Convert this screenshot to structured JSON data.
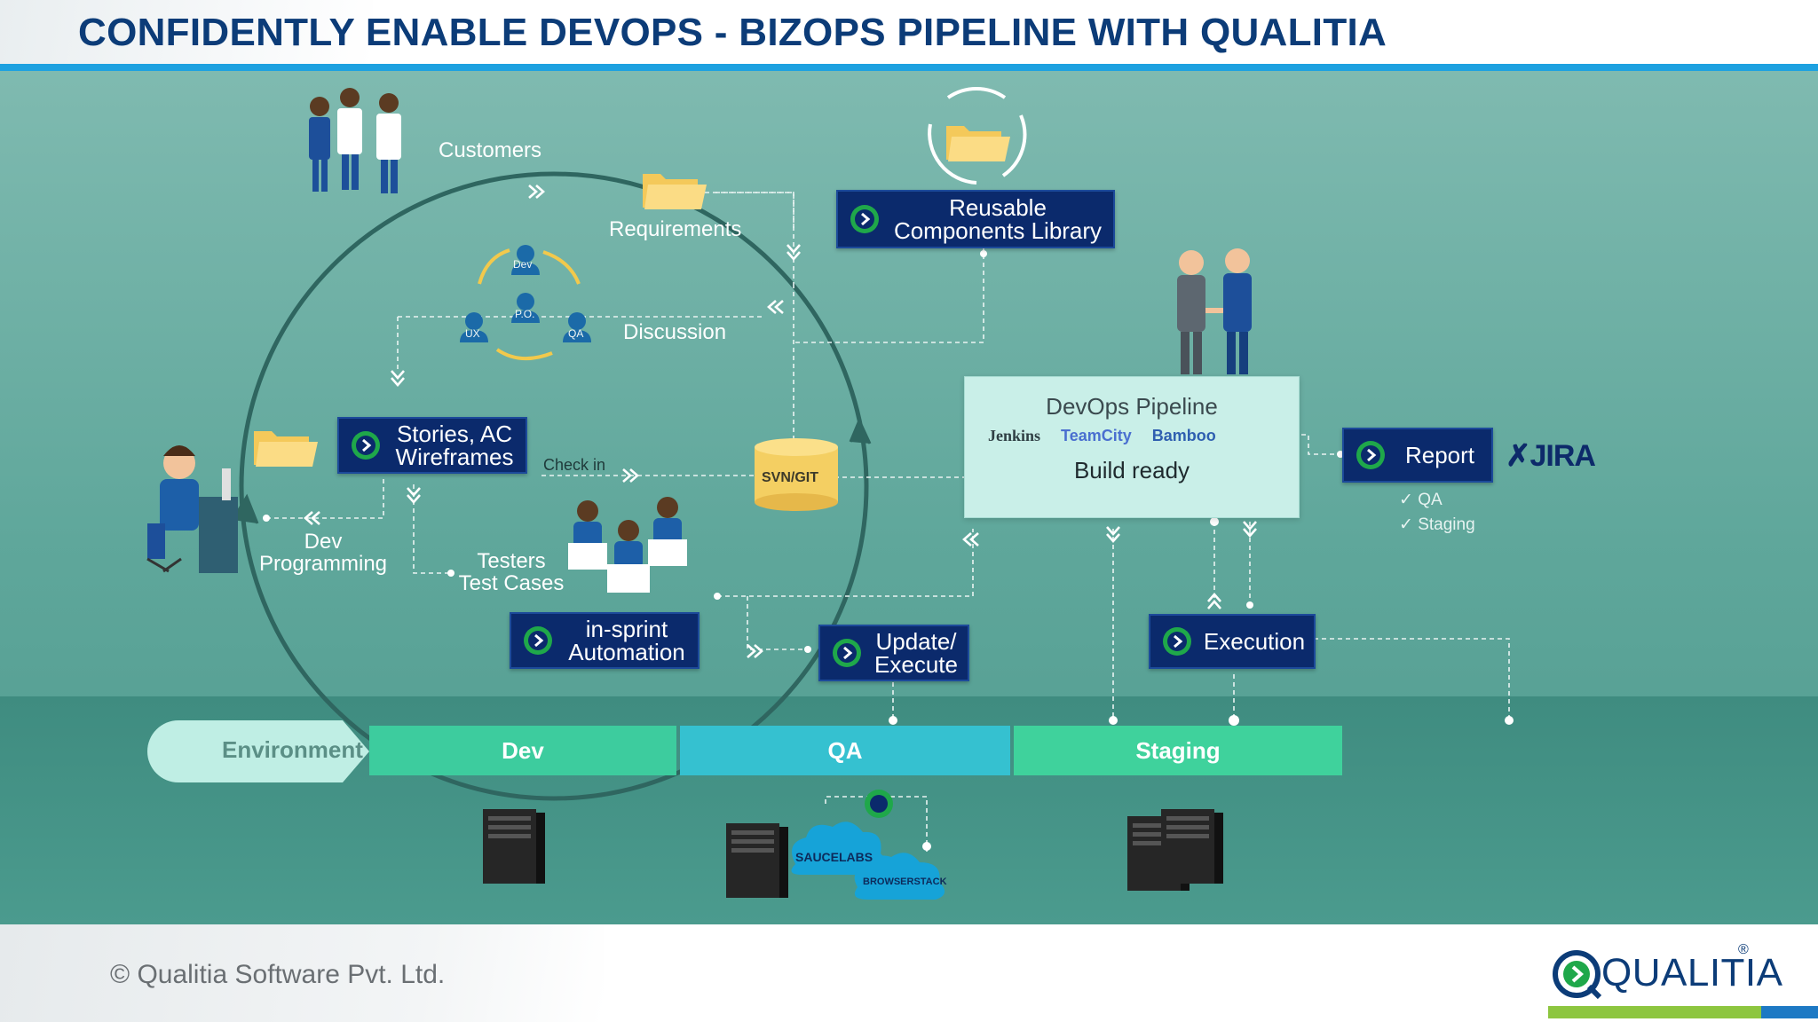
{
  "header": {
    "title": "CONFIDENTLY ENABLE DEVOPS - BIZOPS PIPELINE WITH QUALITIA"
  },
  "diagram": {
    "labels": {
      "customers": "Customers",
      "requirements": "Requirements",
      "discussion": "Discussion",
      "check_in": "Check in",
      "dev_programming": [
        "Dev",
        "Programming"
      ],
      "testers_test_cases": [
        "Testers",
        "Test Cases"
      ]
    },
    "team_roles": [
      "Dev",
      "P.O.",
      "UX",
      "QA"
    ],
    "boxes": {
      "reusable": [
        "Reusable",
        "Components Library"
      ],
      "stories": [
        "Stories, AC",
        "Wireframes"
      ],
      "inspint": [
        "in-sprint",
        "Automation"
      ],
      "update": [
        "Update/",
        "Execute"
      ],
      "execution": "Execution",
      "report": "Report"
    },
    "repository": "SVN/GIT",
    "pipeline": {
      "title": "DevOps Pipeline",
      "tools": [
        "Jenkins",
        "TeamCity",
        "Bamboo"
      ],
      "status": "Build ready"
    },
    "report_targets": [
      "QA",
      "Staging"
    ],
    "jira": "JIRA",
    "environment": {
      "label": "Environment",
      "stages": [
        "Dev",
        "QA",
        "Staging"
      ],
      "cloud_labels": [
        "SAUCELABS",
        "BROWSERSTACK"
      ]
    }
  },
  "colors": {
    "navy": "#0b2a6c",
    "teal_bg": "#6fb1a6",
    "dev_stage": "#3dcc9e",
    "qa_stage": "#35c1d0",
    "staging_stage": "#3fd29c",
    "accent_blue": "#1da1e0"
  },
  "footer": {
    "copyright": "© Qualitia Software Pvt. Ltd.",
    "brand": "QUALITIA",
    "reg": "®"
  }
}
